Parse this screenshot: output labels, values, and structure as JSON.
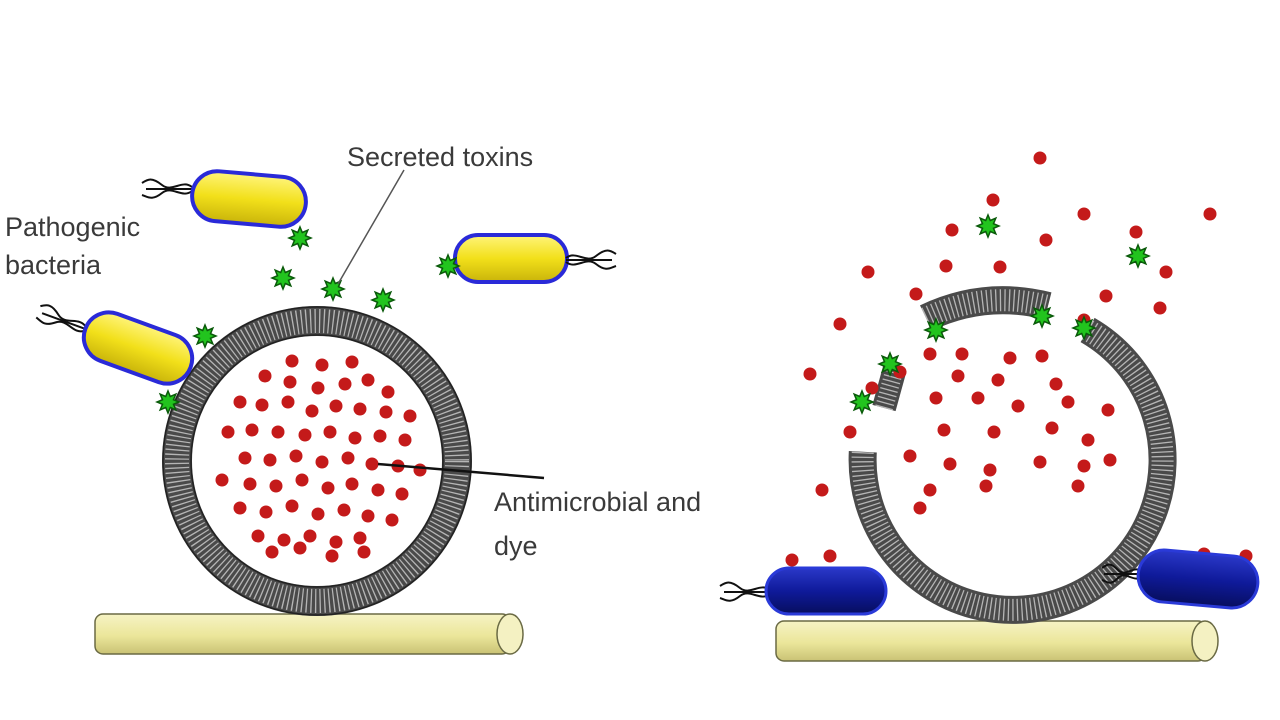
{
  "labels": {
    "pathogenic_line1": "Pathogenic",
    "pathogenic_line2": "bacteria",
    "secreted_toxins": "Secreted toxins",
    "antimicrobial_line1": "Antimicrobial and",
    "antimicrobial_line2": "dye"
  },
  "colors": {
    "background": "#ffffff",
    "membrane": "#4a4a4a",
    "membrane_stripe": "#d9d9d9",
    "cargo_dot": "#c41a1a",
    "toxin": "#22c41e",
    "toxin_outline": "#0a5a0a",
    "bacteria_fill": "#f2e21a",
    "bacteria_outline": "#2a2ad8",
    "bound_bacteria_fill": "#0f1a9a",
    "rod_fill": "#ede9a0",
    "rod_outline": "#6a6a44",
    "text": "#3a3a3a"
  },
  "icons": {
    "toxin": "green-starburst",
    "flagella": "wavy-flagella",
    "cargo": "red-dot"
  }
}
